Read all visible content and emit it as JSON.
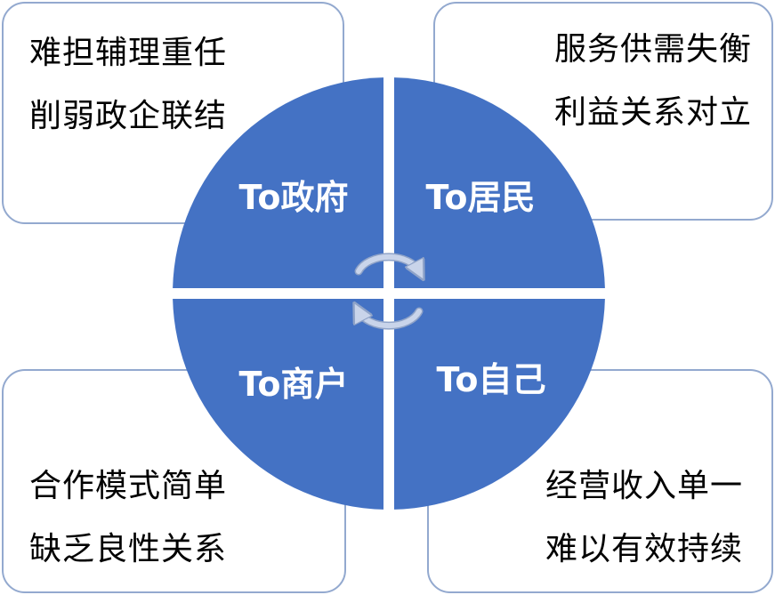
{
  "colors": {
    "circle_fill": "#4472c4",
    "box_border": "#93a9cf",
    "arrow_fill": "#c9d4ea"
  },
  "quadrants": {
    "top_left": "To政府",
    "top_right": "To居民",
    "bottom_left": "To商户",
    "bottom_right": "To自己"
  },
  "notes": {
    "top_left": [
      "难担辅理重任",
      "削弱政企联结"
    ],
    "top_right": [
      "服务供需失衡",
      "利益关系对立"
    ],
    "bottom_left": [
      "合作模式简单",
      "缺乏良性关系"
    ],
    "bottom_right": [
      "经营收入单一",
      "难以有效持续"
    ]
  }
}
